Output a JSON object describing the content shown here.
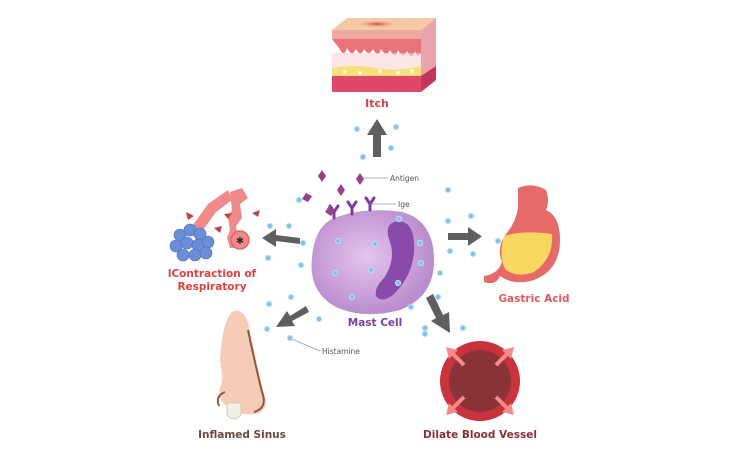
{
  "diagram": {
    "title": "Mast Cell allergic response",
    "center": {
      "label": "Mast Cell",
      "color": "#7b3fa0"
    },
    "annotations": {
      "antigen": "Antigen",
      "ige": "Ige",
      "histamine": "Histamine"
    },
    "effects": [
      {
        "id": "itch",
        "label": "Itch",
        "color": "#d9424a"
      },
      {
        "id": "respiratory",
        "label_line1": "lContraction of",
        "label_line2": "Respiratory",
        "color": "#e0403f"
      },
      {
        "id": "gastric",
        "label": "Gastric Acid",
        "color": "#e05a5a"
      },
      {
        "id": "sinus",
        "label": "Inflamed Sinus",
        "color": "#6b4a3a"
      },
      {
        "id": "vessel",
        "label": "Dilate Blood Vessel",
        "color": "#8b2f35"
      }
    ],
    "colors": {
      "arrow": "#5f5f5f",
      "histamine_dot": "#7cc4ee",
      "cell": "#c99ad8",
      "nucleus": "#8a4aaa",
      "antigen": "#9a3f8a"
    }
  }
}
